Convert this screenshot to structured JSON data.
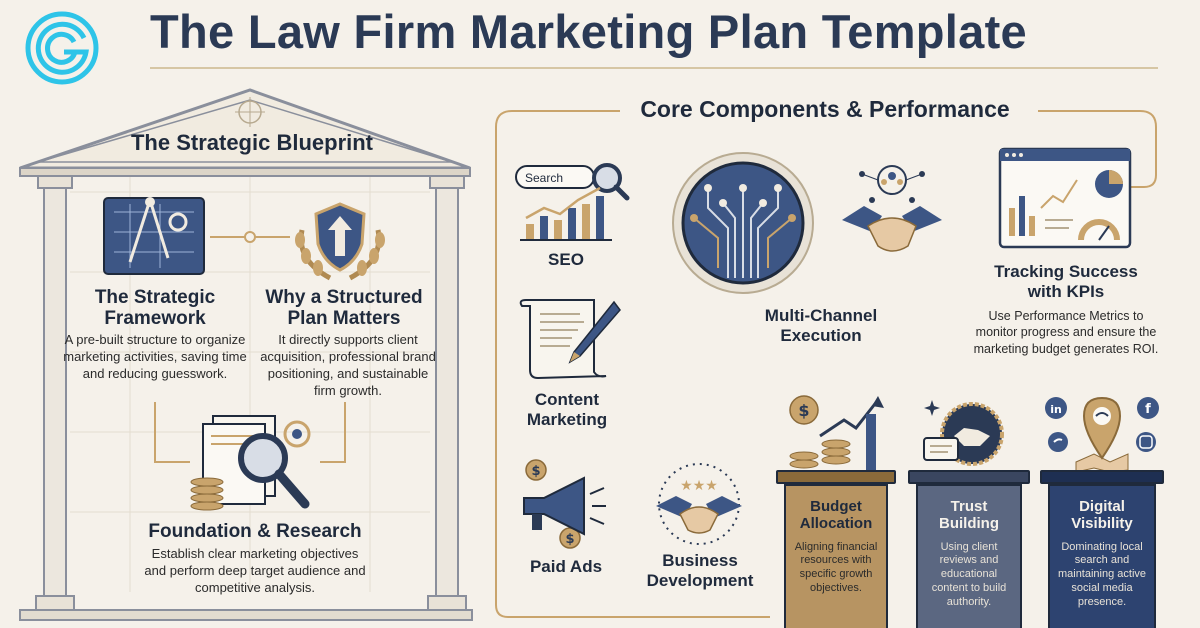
{
  "header": {
    "title": "The Law Firm Marketing Plan Template"
  },
  "left_panel": {
    "banner": "The Strategic Blueprint",
    "framework": {
      "title": "The Strategic Framework",
      "text": "A pre-built structure to organize marketing activities, saving time and reducing guesswork."
    },
    "why": {
      "title": "Why a Structured Plan Matters",
      "text": "It directly supports client acquisition, professional brand positioning, and sustainable firm growth."
    },
    "foundation": {
      "title": "Foundation & Research",
      "text": "Establish clear marketing objectives and perform deep target audience and competitive analysis."
    }
  },
  "right_panel": {
    "heading": "Core Components & Performance",
    "seo": {
      "search_label": "Search",
      "title": "SEO"
    },
    "multichannel": {
      "title": "Multi-Channel Execution"
    },
    "tracking": {
      "title": "Tracking Success with KPIs",
      "text": "Use Performance Metrics to monitor progress and ensure the marketing budget generates ROI."
    },
    "content": {
      "title": "Content Marketing"
    },
    "paid_ads": {
      "title": "Paid Ads"
    },
    "bizdev": {
      "title": "Business Development"
    },
    "pedestals": [
      {
        "title": "Budget Allocation",
        "text": "Aligning financial resources with specific growth objectives.",
        "color": "#b79462"
      },
      {
        "title": "Trust Building",
        "text": "Using client reviews and educational content to build authority.",
        "color": "#5b6781"
      },
      {
        "title": "Digital Visibility",
        "text": "Dominating local search and maintaining active social media presence.",
        "color": "#2d4370"
      }
    ]
  },
  "colors": {
    "navy": "#2b3a55",
    "gold": "#c9a46c",
    "cyan": "#2ec4e8",
    "background": "#f5f1ea"
  }
}
